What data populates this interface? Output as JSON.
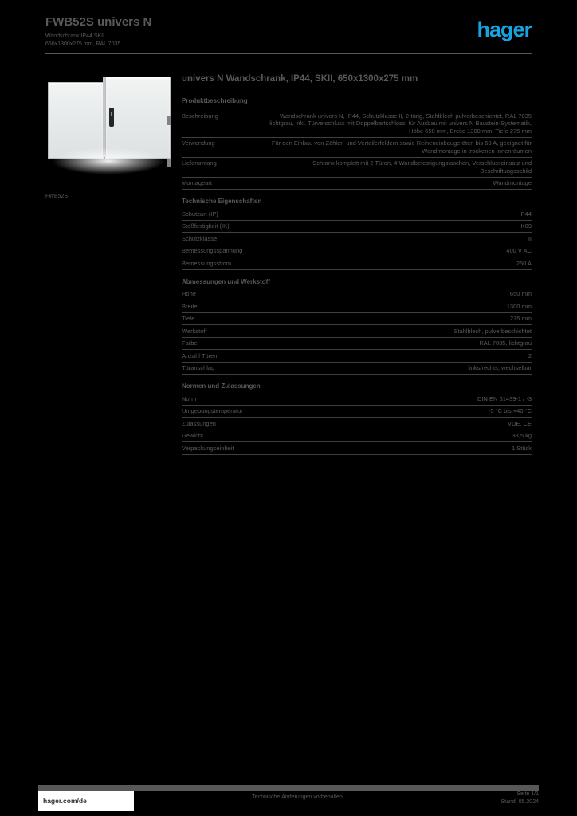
{
  "colors": {
    "background": "#000000",
    "text_gray": "#5a5b5d",
    "brand_blue": "#17a2e0",
    "enclosure_gray": "#e8eaea",
    "footer_bar": "#58585b"
  },
  "header": {
    "product_ref_title": "FWB52S univers N",
    "subtitle_line1": "Wandschrank IP44 SKII",
    "subtitle_line2": "650x1300x275 mm, RAL 7035",
    "logo_text": "hager"
  },
  "product_image": {
    "caption": "FWB52S",
    "description": "two-door-wall-enclosure-photo"
  },
  "main": {
    "title": "univers N Wandschrank, IP44, SKII, 650x1300x275 mm",
    "subtitle": "Produktbeschreibung",
    "sections": [
      {
        "title": "",
        "rows": [
          {
            "label": "Beschreibung",
            "value": "Wandschrank univers N, IP44, Schutzklasse II, 2-türig, Stahlblech pulverbeschichtet, RAL 7035 lichtgrau, inkl. Türverschluss mit Doppelbartschloss, für Ausbau mit univers N Baustein-Systematik, Höhe 650 mm, Breite 1300 mm, Tiefe 275 mm"
          },
          {
            "label": "Verwendung",
            "value": "Für den Einbau von Zähler- und Verteilerfeldern sowie Reiheneinbaugeräten bis 63 A, geeignet für Wandmontage in trockenen Innenräumen"
          },
          {
            "label": "Lieferumfang",
            "value": "Schrank komplett mit 2 Türen, 4 Wandbefestigungslaschen, Verschlusseinsatz und Beschriftungsschild"
          },
          {
            "label": "Montageart",
            "value": "Wandmontage"
          }
        ]
      },
      {
        "title": "Technische Eigenschaften",
        "rows": [
          {
            "label": "Schutzart (IP)",
            "value": "IP44"
          },
          {
            "label": "Stoßfestigkeit (IK)",
            "value": "IK09"
          },
          {
            "label": "Schutzklasse",
            "value": "II"
          },
          {
            "label": "Bemessungsspannung",
            "value": "400 V AC"
          },
          {
            "label": "Bemessungsstrom",
            "value": "250 A"
          }
        ]
      },
      {
        "title": "Abmessungen und Werkstoff",
        "rows": [
          {
            "label": "Höhe",
            "value": "650 mm"
          },
          {
            "label": "Breite",
            "value": "1300 mm"
          },
          {
            "label": "Tiefe",
            "value": "275 mm"
          },
          {
            "label": "Werkstoff",
            "value": "Stahlblech, pulverbeschichtet"
          },
          {
            "label": "Farbe",
            "value": "RAL 7035, lichtgrau"
          },
          {
            "label": "Anzahl Türen",
            "value": "2"
          },
          {
            "label": "Türanschlag",
            "value": "links/rechts, wechselbar"
          }
        ]
      },
      {
        "title": "Normen und Zulassungen",
        "rows": [
          {
            "label": "Norm",
            "value": "DIN EN 61439-1 / -3"
          },
          {
            "label": "Umgebungstemperatur",
            "value": "-5 °C bis +40 °C"
          },
          {
            "label": "Zulassungen",
            "value": "VDE, CE"
          },
          {
            "label": "Gewicht",
            "value": "38,5 kg"
          },
          {
            "label": "Verpackungseinheit",
            "value": "1 Stück"
          }
        ]
      }
    ]
  },
  "footer": {
    "website": "hager.com/de",
    "note": "Technische Änderungen vorbehalten",
    "page_label": "Seite 1/1",
    "date_label": "Stand: 05.2024"
  }
}
